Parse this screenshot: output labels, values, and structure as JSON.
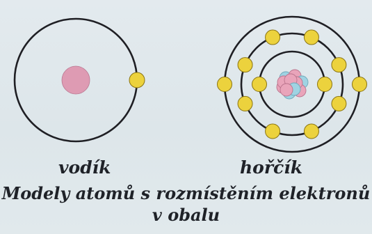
{
  "labels": {
    "hydrogen": "vodík",
    "magnesium": "hořčík"
  },
  "caption": {
    "line1": "Modely atomů s rozmístěním elektronů",
    "line2": "v obalu"
  },
  "colors": {
    "orbit": "#1f1f24",
    "nucleus_hydrogen": "#de9bb3",
    "proton": "#e9a4ba",
    "neutron": "#9fd3e3",
    "electron": "#ecd23d",
    "electron_edge": "#8a7413"
  },
  "atoms": {
    "hydrogen": {
      "electron_shells": [
        1
      ]
    },
    "magnesium": {
      "electron_shells": [
        2,
        8,
        2
      ]
    }
  }
}
